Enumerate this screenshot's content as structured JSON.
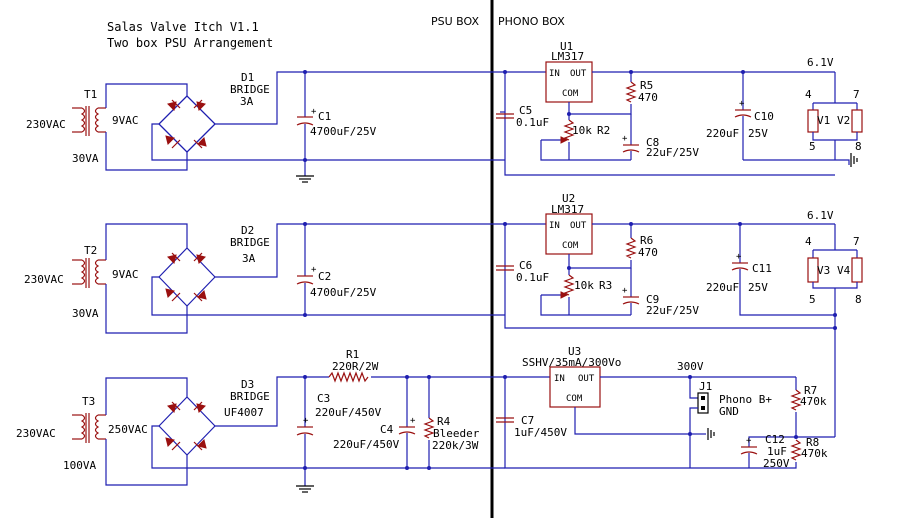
{
  "title": {
    "line1": "Salas Valve Itch V1.1",
    "line2": "Two box PSU Arrangement"
  },
  "boxes": {
    "psu": "PSU BOX",
    "phono": "PHONO BOX"
  },
  "rail1": {
    "transformer": {
      "ref": "T1",
      "primary": "230VAC",
      "secondary": "9VAC",
      "rating": "30VA"
    },
    "bridge": {
      "ref": "D1",
      "type": "BRIDGE",
      "rating": "3A"
    },
    "filter_cap": {
      "ref": "C1",
      "value": "4700uF/25V",
      "polarity": "+"
    },
    "regulator": {
      "ref": "U1",
      "part": "LM317",
      "pin_in": "IN",
      "pin_out": "OUT",
      "pin_com": "COM"
    },
    "c_in": {
      "ref": "C5",
      "value": "0.1uF"
    },
    "trim": {
      "ref": "R2",
      "value": "10k"
    },
    "r_set": {
      "ref": "R5",
      "value": "470"
    },
    "c_adj": {
      "ref": "C8",
      "value": "22uF/25V",
      "polarity": "+"
    },
    "c_out": {
      "ref": "C10",
      "value": "220uF",
      "voltage": "25V",
      "polarity": "+"
    },
    "output": "6.1V",
    "heaters": {
      "labels": [
        "V1",
        "V2"
      ],
      "pins": [
        "4",
        "7",
        "5",
        "8"
      ]
    }
  },
  "rail2": {
    "transformer": {
      "ref": "T2",
      "primary": "230VAC",
      "secondary": "9VAC",
      "rating": "30VA"
    },
    "bridge": {
      "ref": "D2",
      "type": "BRIDGE",
      "rating": "3A"
    },
    "filter_cap": {
      "ref": "C2",
      "value": "4700uF/25V",
      "polarity": "+"
    },
    "regulator": {
      "ref": "U2",
      "part": "LM317",
      "pin_in": "IN",
      "pin_out": "OUT",
      "pin_com": "COM"
    },
    "c_in": {
      "ref": "C6",
      "value": "0.1uF"
    },
    "trim": {
      "ref": "R3",
      "value": "10k"
    },
    "r_set": {
      "ref": "R6",
      "value": "470"
    },
    "c_adj": {
      "ref": "C9",
      "value": "22uF/25V",
      "polarity": "+"
    },
    "c_out": {
      "ref": "C11",
      "value": "220uF",
      "voltage": "25V",
      "polarity": "+"
    },
    "output": "6.1V",
    "heaters": {
      "labels": [
        "V3",
        "V4"
      ],
      "pins": [
        "4",
        "7",
        "5",
        "8"
      ]
    }
  },
  "rail3": {
    "transformer": {
      "ref": "T3",
      "primary": "230VAC",
      "secondary": "250VAC",
      "rating": "100VA"
    },
    "bridge": {
      "ref": "D3",
      "type": "BRIDGE",
      "part": "UF4007"
    },
    "filter_cap": {
      "ref": "C3",
      "value": "220uF/450V",
      "polarity": "+"
    },
    "series_r": {
      "ref": "R1",
      "value": "220R/2W"
    },
    "cap2": {
      "ref": "C4",
      "value": "220uF/450V",
      "polarity": "+"
    },
    "bleeder": {
      "ref": "R4",
      "name": "Bleeder",
      "value": "220k/3W"
    },
    "regulator": {
      "ref": "U3",
      "part": "SSHV/35mA/300Vo",
      "pin_in": "IN",
      "pin_out": "OUT",
      "pin_com": "COM"
    },
    "c_in": {
      "ref": "C7",
      "value": "1uF/450V"
    },
    "output": "300V",
    "connector": {
      "ref": "J1",
      "label1": "Phono B+",
      "label2": "GND"
    },
    "divider_top": {
      "ref": "R7",
      "value": "470k"
    },
    "divider_bot": {
      "ref": "R8",
      "value": "470k"
    },
    "c_bias": {
      "ref": "C12",
      "value": "1uF",
      "voltage": "250V",
      "polarity": "+"
    }
  }
}
